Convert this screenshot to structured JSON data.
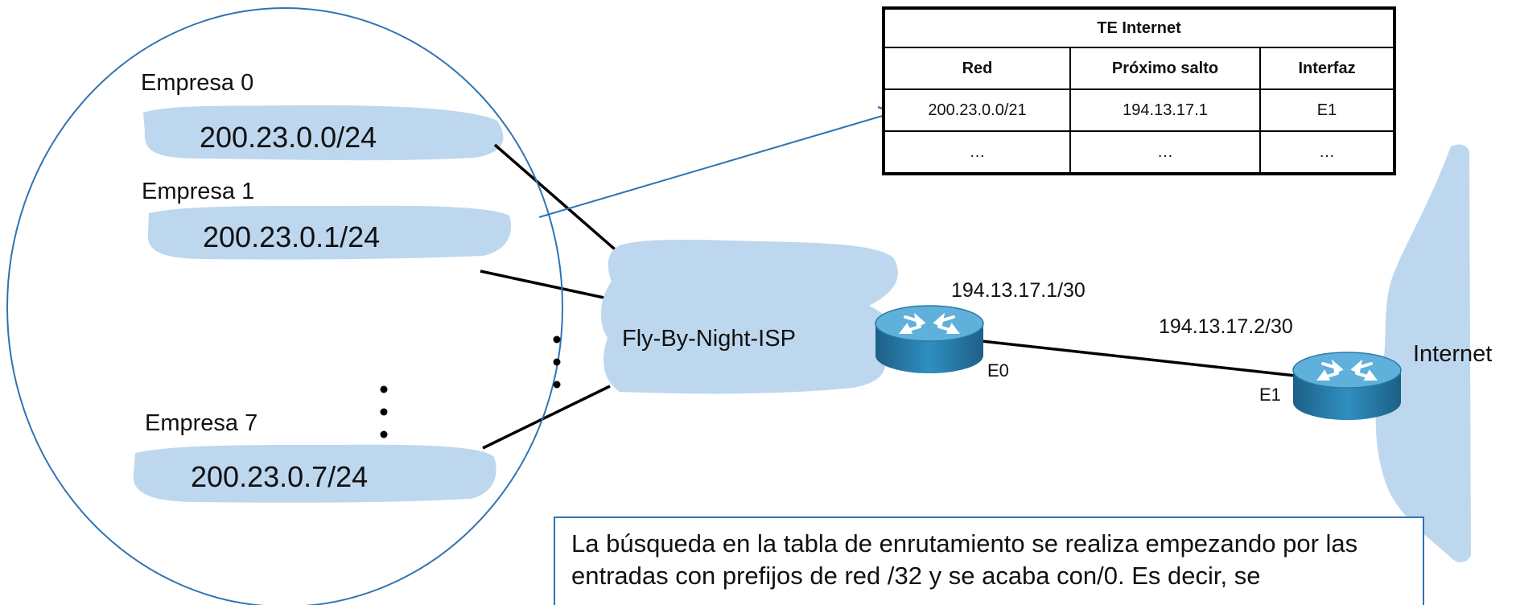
{
  "companies": [
    {
      "name": "Empresa 0",
      "subnet": "200.23.0.0/24"
    },
    {
      "name": "Empresa 1",
      "subnet": "200.23.0.1/24"
    },
    {
      "name": "Empresa 7",
      "subnet": "200.23.0.7/24"
    }
  ],
  "isp": {
    "label": "Fly-By-Night-ISP"
  },
  "router_isp": {
    "ip": "194.13.17.1/30",
    "interface": "E0",
    "icon": "router-icon"
  },
  "router_internet": {
    "ip": "194.13.17.2/30",
    "interface": "E1",
    "icon": "router-icon"
  },
  "internet": {
    "label": "Internet"
  },
  "routing_table": {
    "title": "TE Internet",
    "headers": [
      "Red",
      "Próximo salto",
      "Interfaz"
    ],
    "rows": [
      [
        "200.23.0.0/21",
        "194.13.17.1",
        "E1"
      ],
      [
        "…",
        "…",
        "…"
      ]
    ]
  },
  "note": {
    "text": "La búsqueda en la tabla de enrutamiento se realiza empezando por las entradas con prefijos de red /32 y se acaba con/0. Es decir, se"
  },
  "colors": {
    "cloud": "#bdd7ee",
    "outline_blue": "#2e74b5",
    "router_body": "#2f8fc0",
    "router_top": "#5fb0da"
  }
}
